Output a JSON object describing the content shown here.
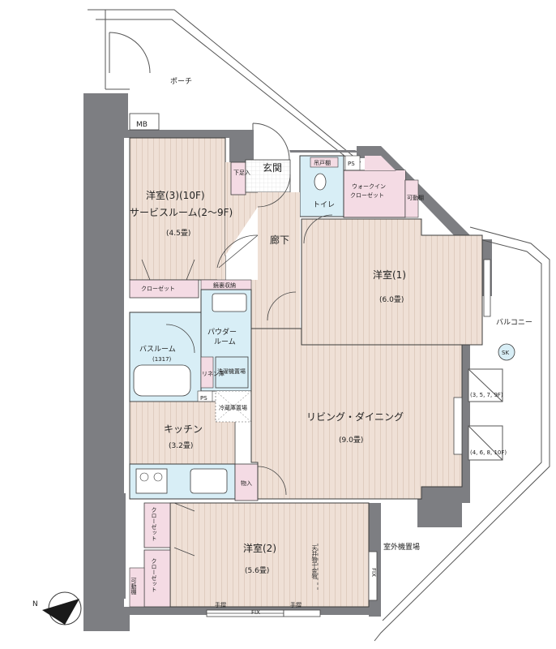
{
  "colors": {
    "wall": "#7d7e82",
    "wood": "#efe0d6",
    "wood_line": "#d7c3b5",
    "wet": "#d8eef6",
    "storage": "#f4dbe4",
    "tile": "#ffffff",
    "outline": "#3b3b3b"
  },
  "rooms": {
    "porch": "ポーチ",
    "mb": "MB",
    "entrance": "玄関",
    "shoe": "下足入",
    "toilet": "トイレ",
    "hanging_shelf": "吊戸棚",
    "ps_top": "PS",
    "walkin_1": "ウォークイン",
    "walkin_2": "クローゼット",
    "movable_shelf_1": "可動棚",
    "hallway": "廊下",
    "room3_line1": "洋室(3)(10F)",
    "room3_line2": "サービスルーム(2～9F)",
    "room3_size": "(4.5畳)",
    "closet_room3": "クローゼット",
    "mirror_storage": "鏡裏収納",
    "powder_1": "パウダー",
    "powder_2": "ルーム",
    "bathroom": "バスルーム",
    "bath_size": "(1317)",
    "linen": "リネン庫",
    "washer": "洗濯機置場",
    "ps_bath": "PS",
    "fridge": "冷蔵庫置場",
    "room1": "洋室(1)",
    "room1_size": "(6.0畳)",
    "balcony": "バルコニー",
    "sk": "SK",
    "floors_a": "(3, 5, 7, 9F)",
    "floors_b": "(4, 6, 8, 10F)",
    "living": "リビング・ダイニング",
    "living_size": "(9.0畳)",
    "kitchen": "キッチン",
    "kitchen_size": "(3.2畳)",
    "storage_mono": "物入",
    "closet_a": "クローゼット",
    "closet_b": "クローゼット",
    "movable_shelf_2": "可動棚",
    "room2": "洋室(2)",
    "room2_size": "(5.6畳)",
    "ceiling_hanger": "天井物干金物",
    "outdoor_unit": "室外機置場",
    "fix_side": "FIX",
    "fix_bottom": "FIX",
    "handrail_l": "手摺",
    "handrail_r": "手摺",
    "north": "N"
  }
}
